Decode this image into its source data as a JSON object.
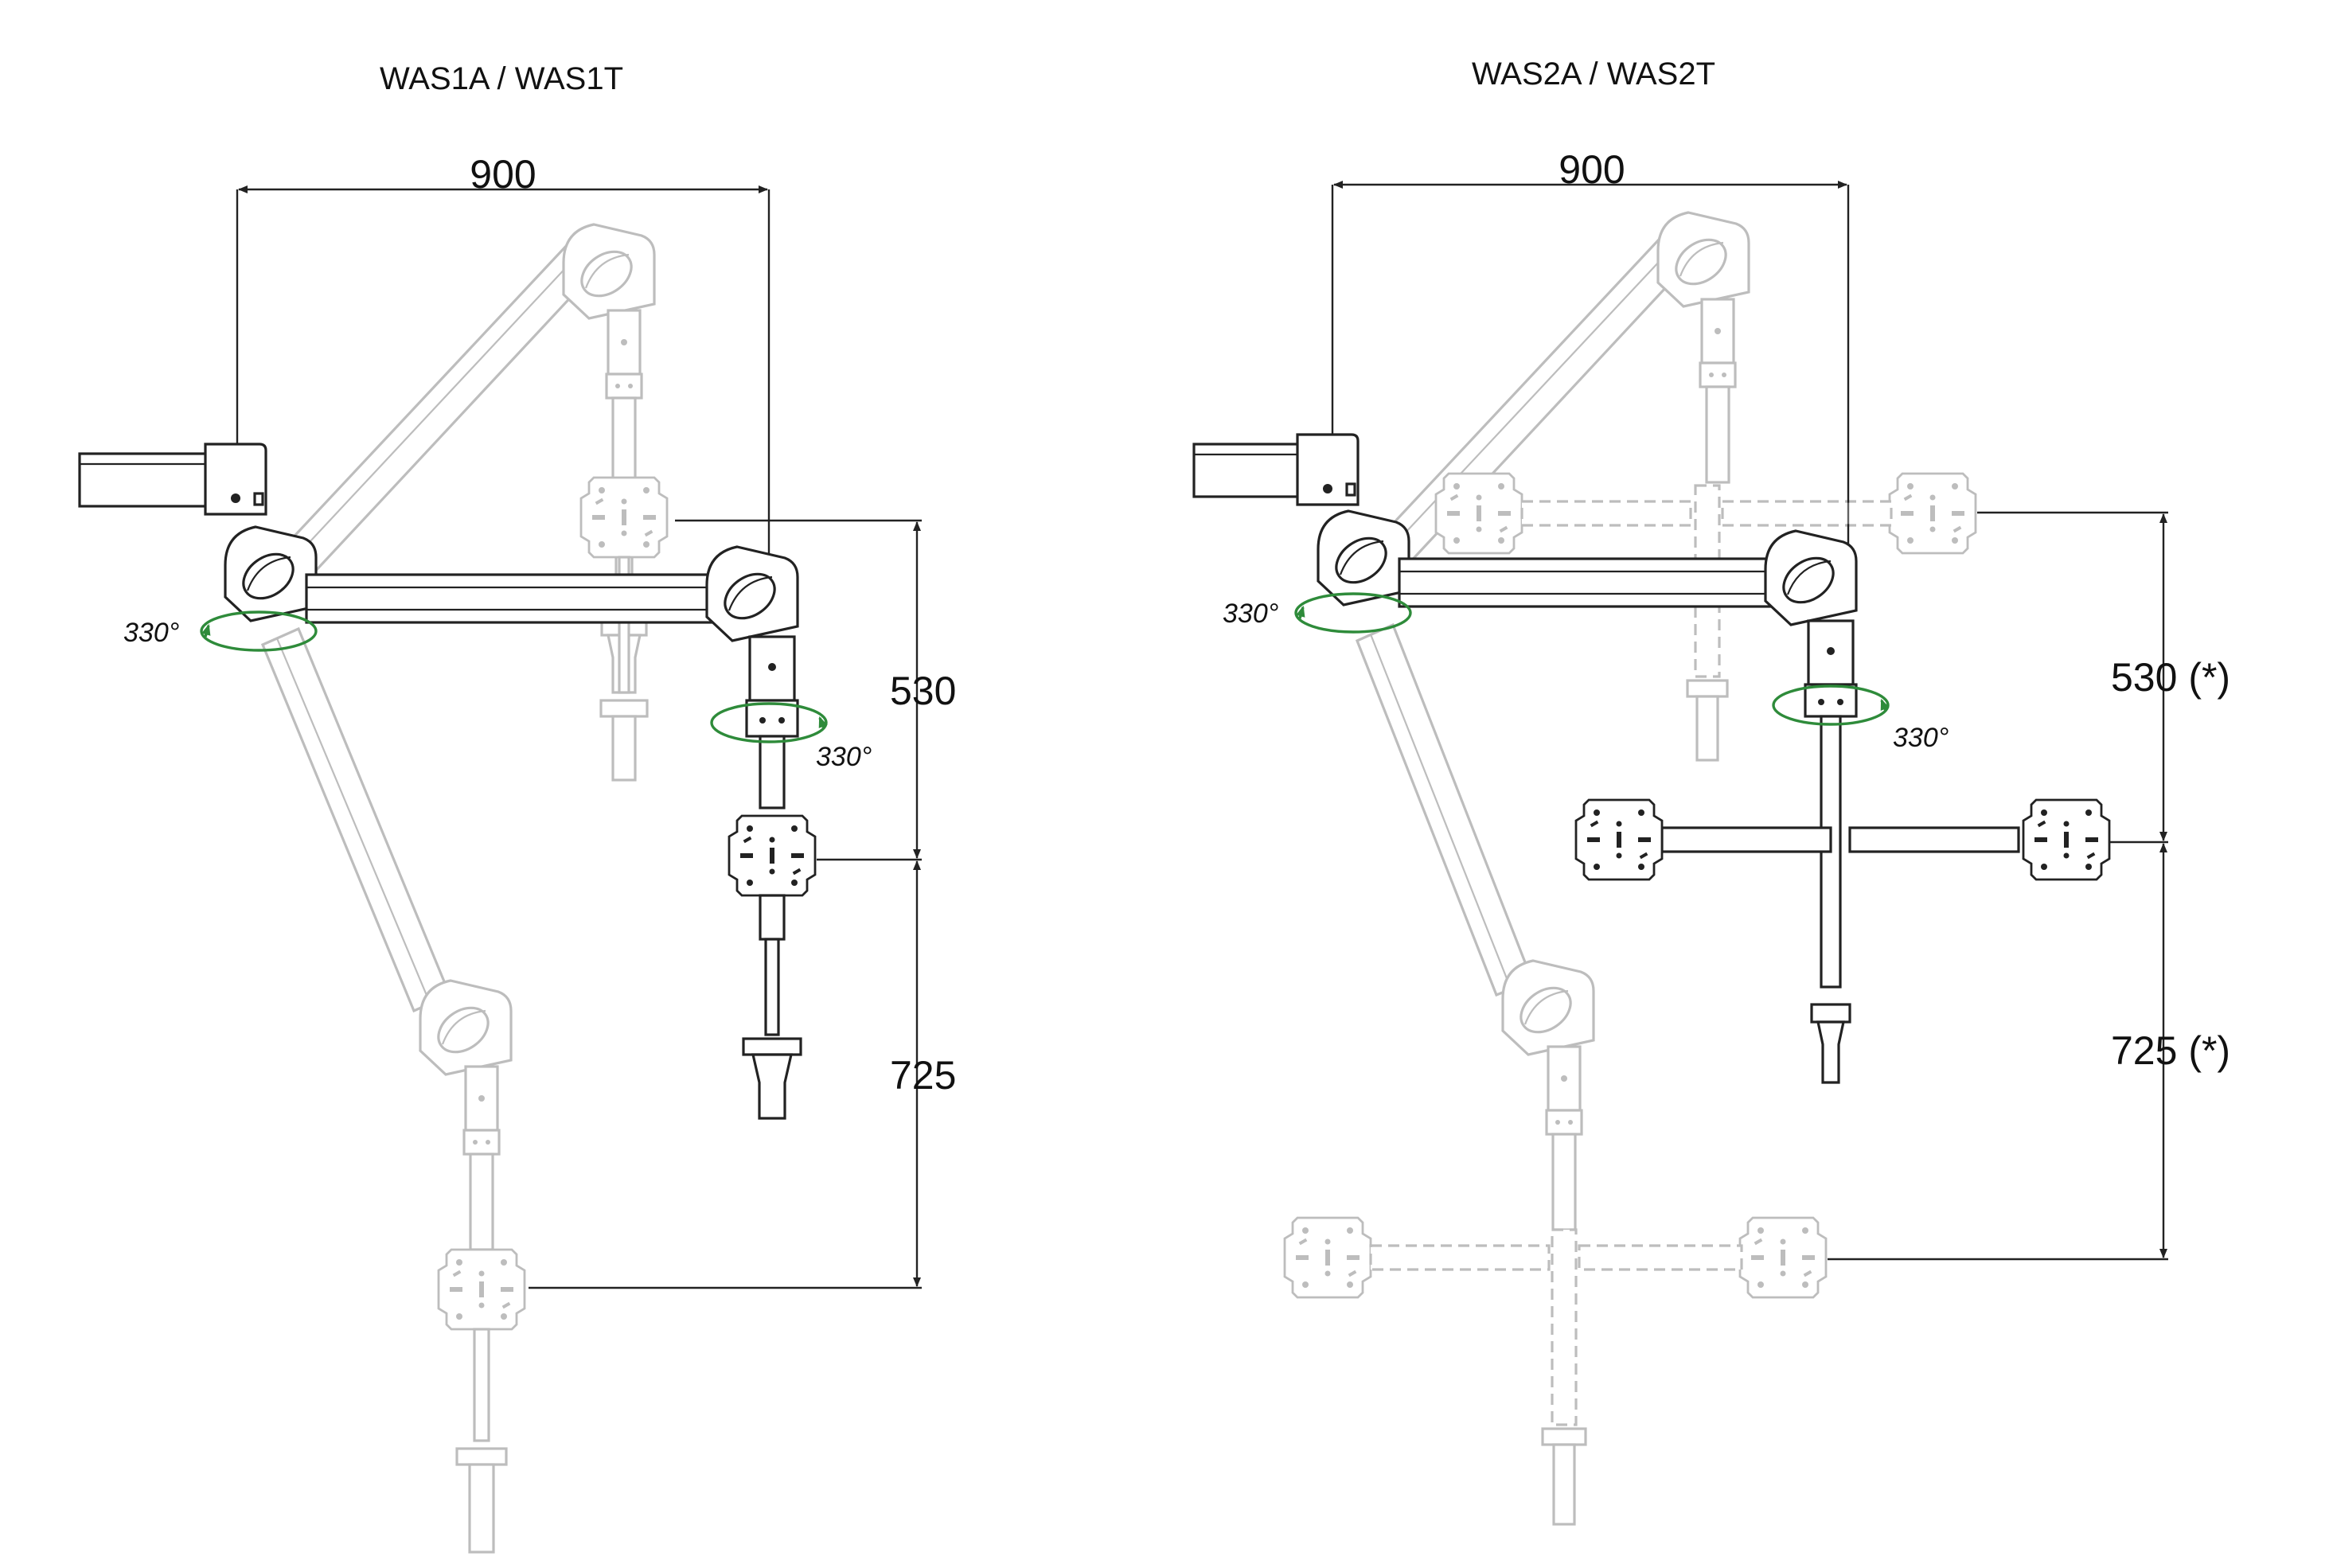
{
  "diagram": {
    "left": {
      "title": "WAS1A / WAS1T",
      "reach_label": "900",
      "upper_height_label": "530",
      "lower_height_label": "725",
      "rotation_base_label": "330°",
      "rotation_elbow_label": "330°"
    },
    "right": {
      "title": "WAS2A / WAS2T",
      "reach_label": "900",
      "upper_height_label": "530 (*)",
      "lower_height_label": "725 (*)",
      "rotation_base_label": "330°",
      "rotation_elbow_label": "330°"
    },
    "colors": {
      "line": "#222222",
      "rotation_arrow": "#2e8b3a",
      "background": "#ffffff"
    }
  }
}
